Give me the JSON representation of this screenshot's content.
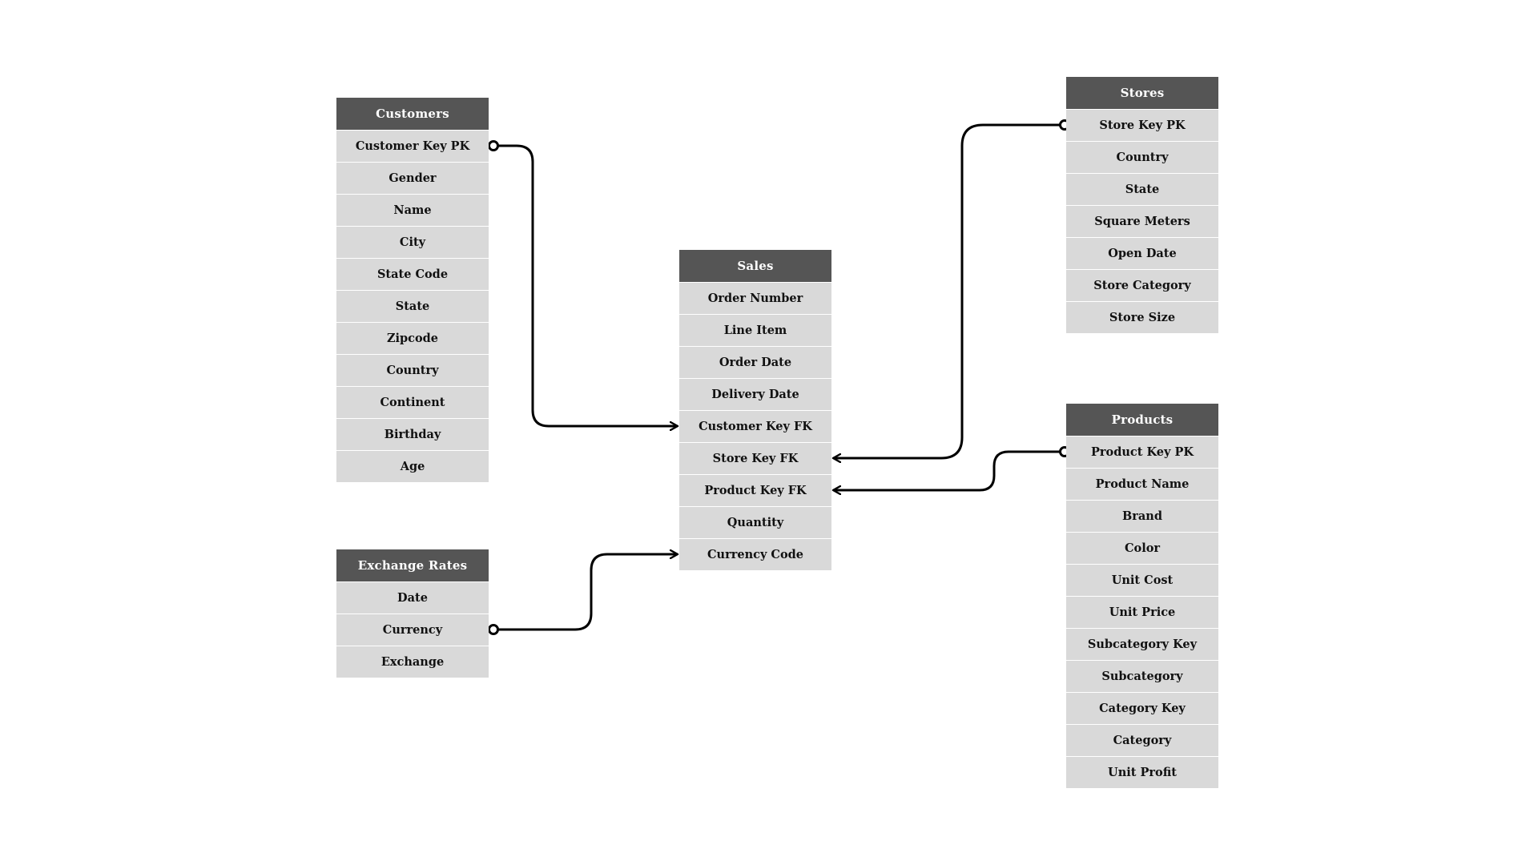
{
  "colors": {
    "header_bg": "#555555",
    "row_bg": "#d9d9d9",
    "connector": "#000000"
  },
  "tables": {
    "customers": {
      "title": "Customers",
      "fields": [
        "Customer Key PK",
        "Gender",
        "Name",
        "City",
        "State Code",
        "State",
        "Zipcode",
        "Country",
        "Continent",
        "Birthday",
        "Age"
      ]
    },
    "exchange_rates": {
      "title": "Exchange Rates",
      "fields": [
        "Date",
        "Currency",
        "Exchange"
      ]
    },
    "sales": {
      "title": "Sales",
      "fields": [
        "Order Number",
        "Line Item",
        "Order Date",
        "Delivery Date",
        "Customer Key FK",
        "Store Key FK",
        "Product Key FK",
        "Quantity",
        "Currency Code"
      ]
    },
    "stores": {
      "title": "Stores",
      "fields": [
        "Store Key PK",
        "Country",
        "State",
        "Square Meters",
        "Open Date",
        "Store Category",
        "Store Size"
      ]
    },
    "products": {
      "title": "Products",
      "fields": [
        "Product Key PK",
        "Product Name",
        "Brand",
        "Color",
        "Unit Cost",
        "Unit Price",
        "Subcategory Key",
        "Subcategory",
        "Category Key",
        "Category",
        "Unit Profit"
      ]
    }
  },
  "relationships": [
    {
      "from_table": "customers",
      "from_field": 0,
      "to_table": "sales",
      "to_field": 4
    },
    {
      "from_table": "stores",
      "from_field": 0,
      "to_table": "sales",
      "to_field": 5
    },
    {
      "from_table": "products",
      "from_field": 0,
      "to_table": "sales",
      "to_field": 6
    },
    {
      "from_table": "exchange_rates",
      "from_field": 1,
      "to_table": "sales",
      "to_field": 8
    }
  ]
}
